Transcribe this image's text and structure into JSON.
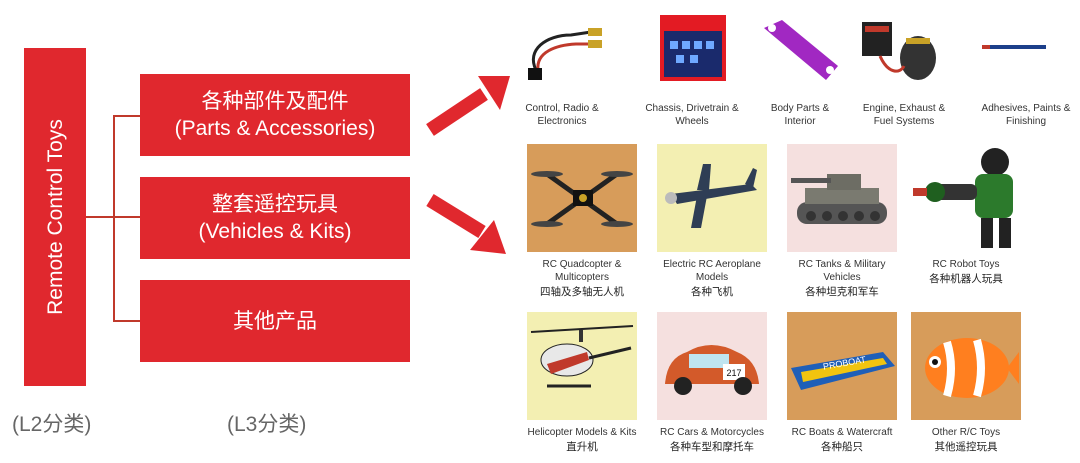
{
  "l2": {
    "title": "Remote Control Toys",
    "caption": "(L2分类)"
  },
  "l3": {
    "caption": "(L3分类)",
    "boxes": [
      {
        "zh": "各种部件及配件",
        "en": "(Parts & Accessories)"
      },
      {
        "zh": "整套遥控玩具",
        "en": "(Vehicles & Kits)"
      },
      {
        "zh": "其他产品",
        "en": ""
      }
    ]
  },
  "parts": [
    {
      "label": "Control, Radio & Electronics",
      "icon": "power-cable"
    },
    {
      "label": "Chassis, Drivetrain & Wheels",
      "icon": "parts-package"
    },
    {
      "label": "Body Parts & Interior",
      "icon": "purple-bracket"
    },
    {
      "label": "Engine, Exhaust & Fuel Systems",
      "icon": "motor-esc"
    },
    {
      "label": "Adhesives, Paints & Finishing",
      "icon": "paint-tube"
    }
  ],
  "vehicles_row1": [
    {
      "en": "RC Quadcopter & Multicopters",
      "zh": "四轴及多轴无人机",
      "icon": "quadcopter",
      "bg": "#d79c5a"
    },
    {
      "en": "Electric RC Aeroplane Models",
      "zh": "各种飞机",
      "icon": "plane",
      "bg": "#f3efb2"
    },
    {
      "en": "RC Tanks & Military Vehicles",
      "zh": "各种坦克和军车",
      "icon": "tank",
      "bg": "#f5e0df"
    },
    {
      "en": "RC Robot Toys",
      "zh": "各种机器人玩具",
      "icon": "robot",
      "bg": "#ffffff"
    }
  ],
  "vehicles_row2": [
    {
      "en": "Helicopter Models & Kits",
      "zh": "直升机",
      "icon": "helicopter",
      "bg": "#f3efb2"
    },
    {
      "en": "RC Cars & Motorcycles",
      "zh": "各种车型和摩托车",
      "icon": "car",
      "bg": "#f5e0df",
      "badge": "217"
    },
    {
      "en": "RC Boats & Watercraft",
      "zh": "各种船只",
      "icon": "boat",
      "bg": "#d79c5a",
      "badge": "PROBOAT"
    },
    {
      "en": "Other R/C Toys",
      "zh": "其他遥控玩具",
      "icon": "fish-balloon",
      "bg": "#d79c5a"
    }
  ],
  "colors": {
    "accent": "#e0282e"
  }
}
